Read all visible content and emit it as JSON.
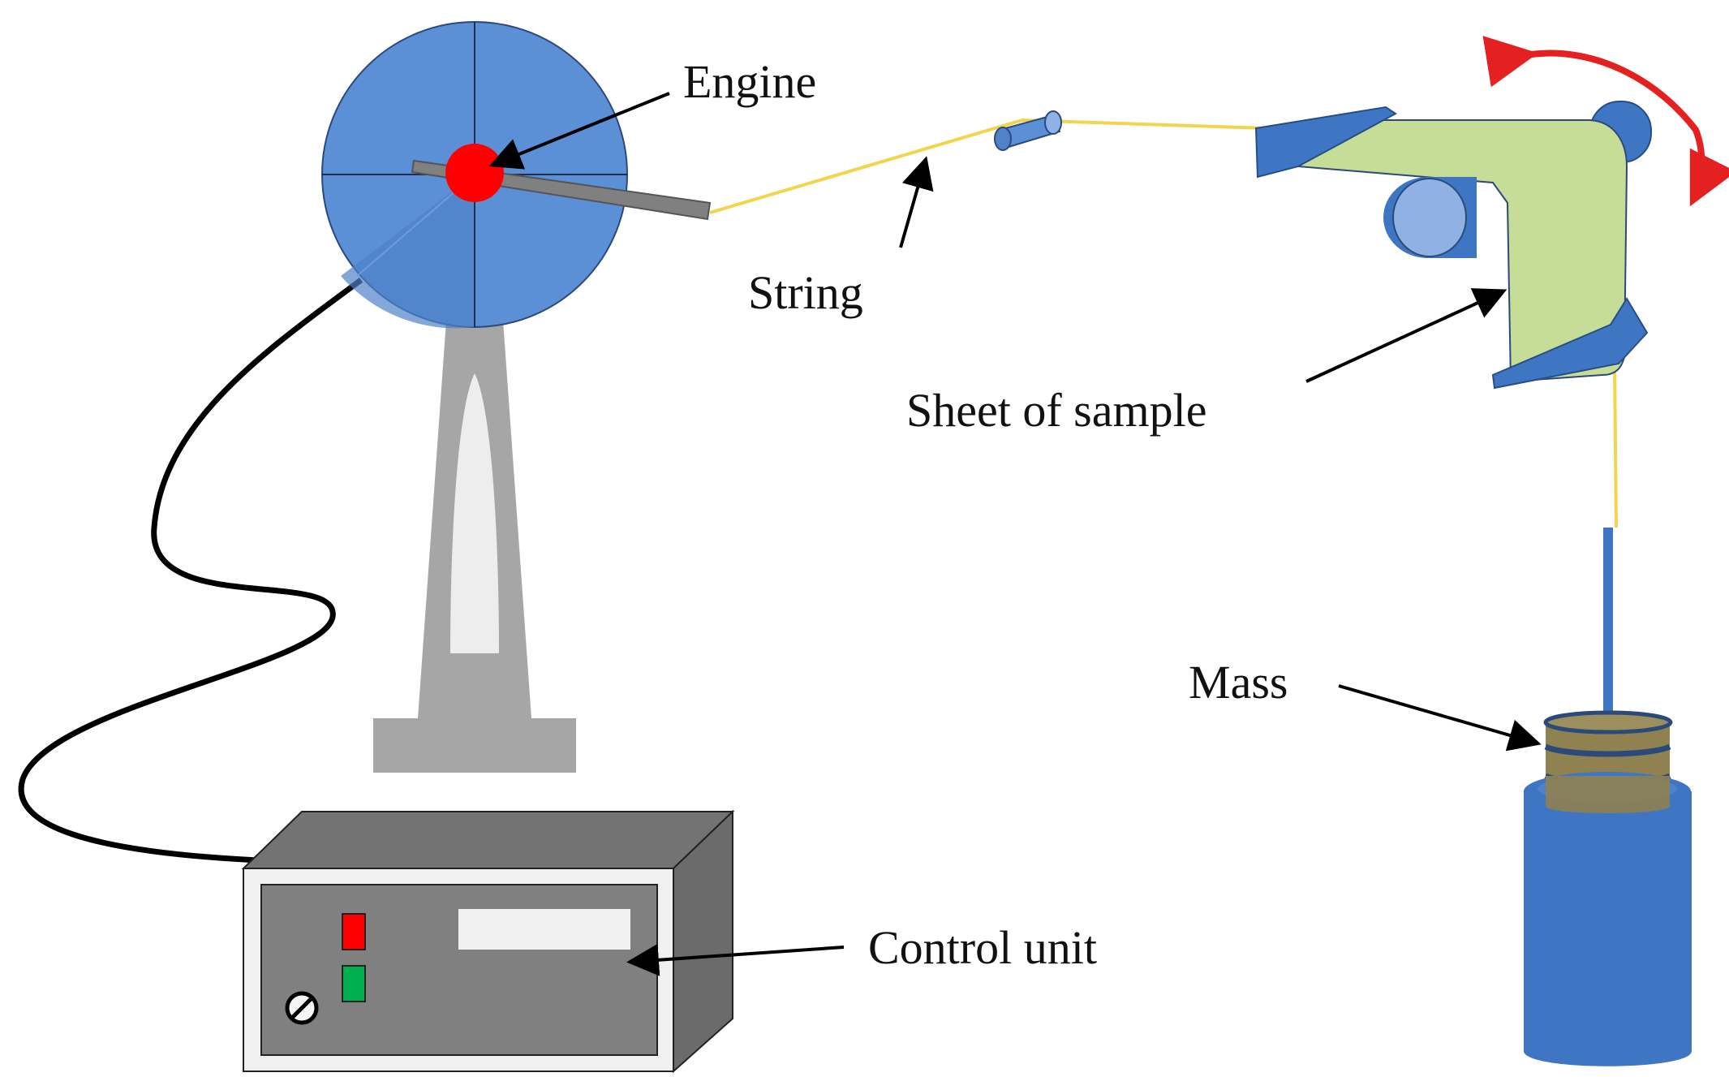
{
  "labels": {
    "engine": "Engine",
    "string": "String",
    "sheet": "Sheet of sample",
    "mass": "Mass",
    "control": "Control unit"
  },
  "colors": {
    "wheel_blue": "#5b8fd6",
    "dark_blue": "#3f76c4",
    "engine_red": "#ff0000",
    "string_yellow": "#f2d54c",
    "sheet_green": "#c6dd98",
    "stand_gray": "#a6a6a6",
    "box_gray": "#7f7f7f",
    "mass_olive": "#8f8150",
    "motion_red": "#e52020",
    "indicator_red": "#ff0000",
    "indicator_green": "#00b050"
  },
  "icons": {
    "motion": "curved-double-arrow-icon",
    "knob": "dial-knob-icon"
  }
}
